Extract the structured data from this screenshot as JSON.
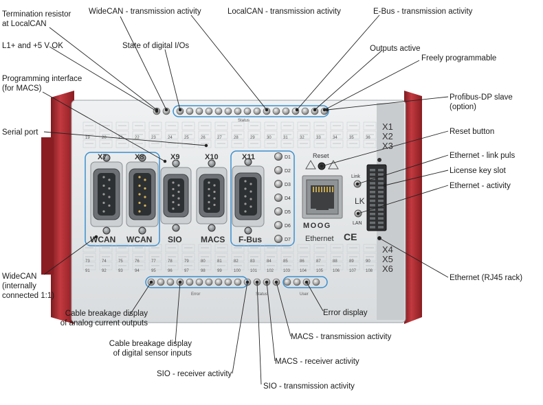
{
  "labels": {
    "termination_resistor": "Termination resistor\nat LocalCAN",
    "widecan_tx": "WideCAN - transmission activity",
    "localcan_tx": "LocalCAN - transmission activity",
    "ebus_tx": "E-Bus - transmission activity",
    "l1_5v_ok": "L1+ and +5 V OK",
    "digital_io_state": "State of digital I/Os",
    "outputs_active": "Outputs active",
    "freely_programmable": "Freely programmable",
    "programming_interface": "Programming interface\n(for MACS)",
    "profibus_slave": "Profibus-DP slave\n(option)",
    "serial_port": "Serial port",
    "reset_button": "Reset button",
    "ethernet_link": "Ethernet - link puls",
    "license_key_slot": "License key slot",
    "ethernet_activity": "Ethernet - activity",
    "widecan_internal": "WideCAN\n(internally\nconnected 1:1)",
    "ethernet_rj45": "Ethernet (RJ45 rack)",
    "cable_breakage_analog": "Cable breakage display\nof analog current outputs",
    "error_display": "Error display",
    "cable_breakage_digital": "Cable breakage display\nof digital sensor inputs",
    "macs_tx": "MACS - transmission activity",
    "macs_rx": "MACS - receiver activity",
    "sio_rx": "SIO - receiver activity",
    "sio_tx": "SIO - transmission activity"
  },
  "device": {
    "connector_x7": "X7",
    "connector_x8": "X8",
    "connector_x9": "X9",
    "connector_x10": "X10",
    "connector_x11": "X11",
    "port_wcan_1": "WCAN",
    "port_wcan_2": "WCAN",
    "port_sio": "SIO",
    "port_macs": "MACS",
    "port_fbus": "F-Bus",
    "reset": "Reset",
    "link": "Link",
    "lk": "LK",
    "lan": "LAN",
    "ethernet": "Ethernet",
    "brand": "MOOG",
    "ce": "CE",
    "status_top": "Status",
    "error_bottom": "Error",
    "status_bottom": "Status",
    "user_bottom": "User",
    "x2": "X2",
    "x3": "X3",
    "x4": "X4",
    "x5": "X5",
    "x6": "X6",
    "leds": [
      "D1",
      "D2",
      "D3",
      "D4",
      "D5",
      "D6",
      "D7"
    ],
    "terminal_row_1": [
      "19",
      "20",
      "21",
      "22",
      "23",
      "24",
      "25",
      "26",
      "27",
      "28",
      "29",
      "30",
      "31",
      "32",
      "33",
      "34",
      "35",
      "36"
    ],
    "terminal_row_2": [
      "73",
      "74",
      "75",
      "76",
      "77",
      "78",
      "79",
      "80",
      "81",
      "82",
      "83",
      "84",
      "85",
      "86",
      "87",
      "88",
      "89",
      "90"
    ],
    "terminal_row_3": [
      "91",
      "92",
      "93",
      "94",
      "95",
      "96",
      "97",
      "98",
      "99",
      "100",
      "101",
      "102",
      "103",
      "104",
      "105",
      "106",
      "107",
      "108"
    ]
  },
  "colors": {
    "highlight": "#3a8fd0",
    "housing_red": "#b22a30",
    "panel": "#e6e8ea",
    "leader": "#222222"
  }
}
